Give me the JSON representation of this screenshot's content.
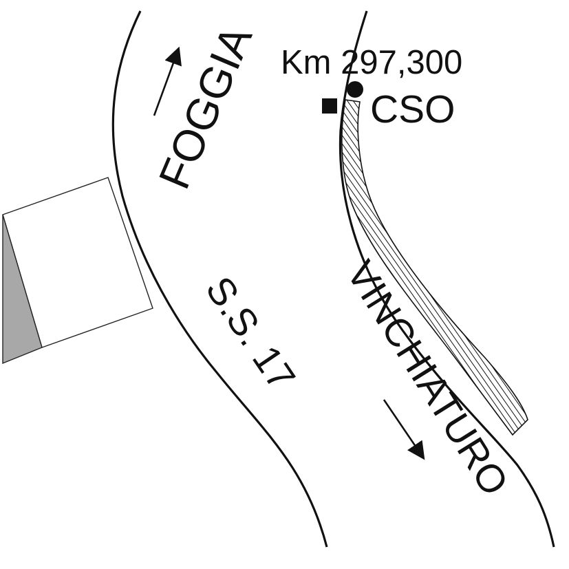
{
  "labels": {
    "direction_north": "FOGGIA",
    "direction_south": "VINCHIATURO",
    "road_name": "S.S. 17",
    "kilometer_marker": "Km 297,300",
    "station_code": "CSO"
  },
  "icons": {
    "north_arrow": "arrow-up-right-icon",
    "south_arrow": "arrow-down-right-icon",
    "station_marker": "square-marker-icon",
    "km_marker": "circle-marker-icon"
  },
  "colors": {
    "line": "#111111",
    "building_shadow": "#a8a8a8",
    "background": "#ffffff"
  }
}
